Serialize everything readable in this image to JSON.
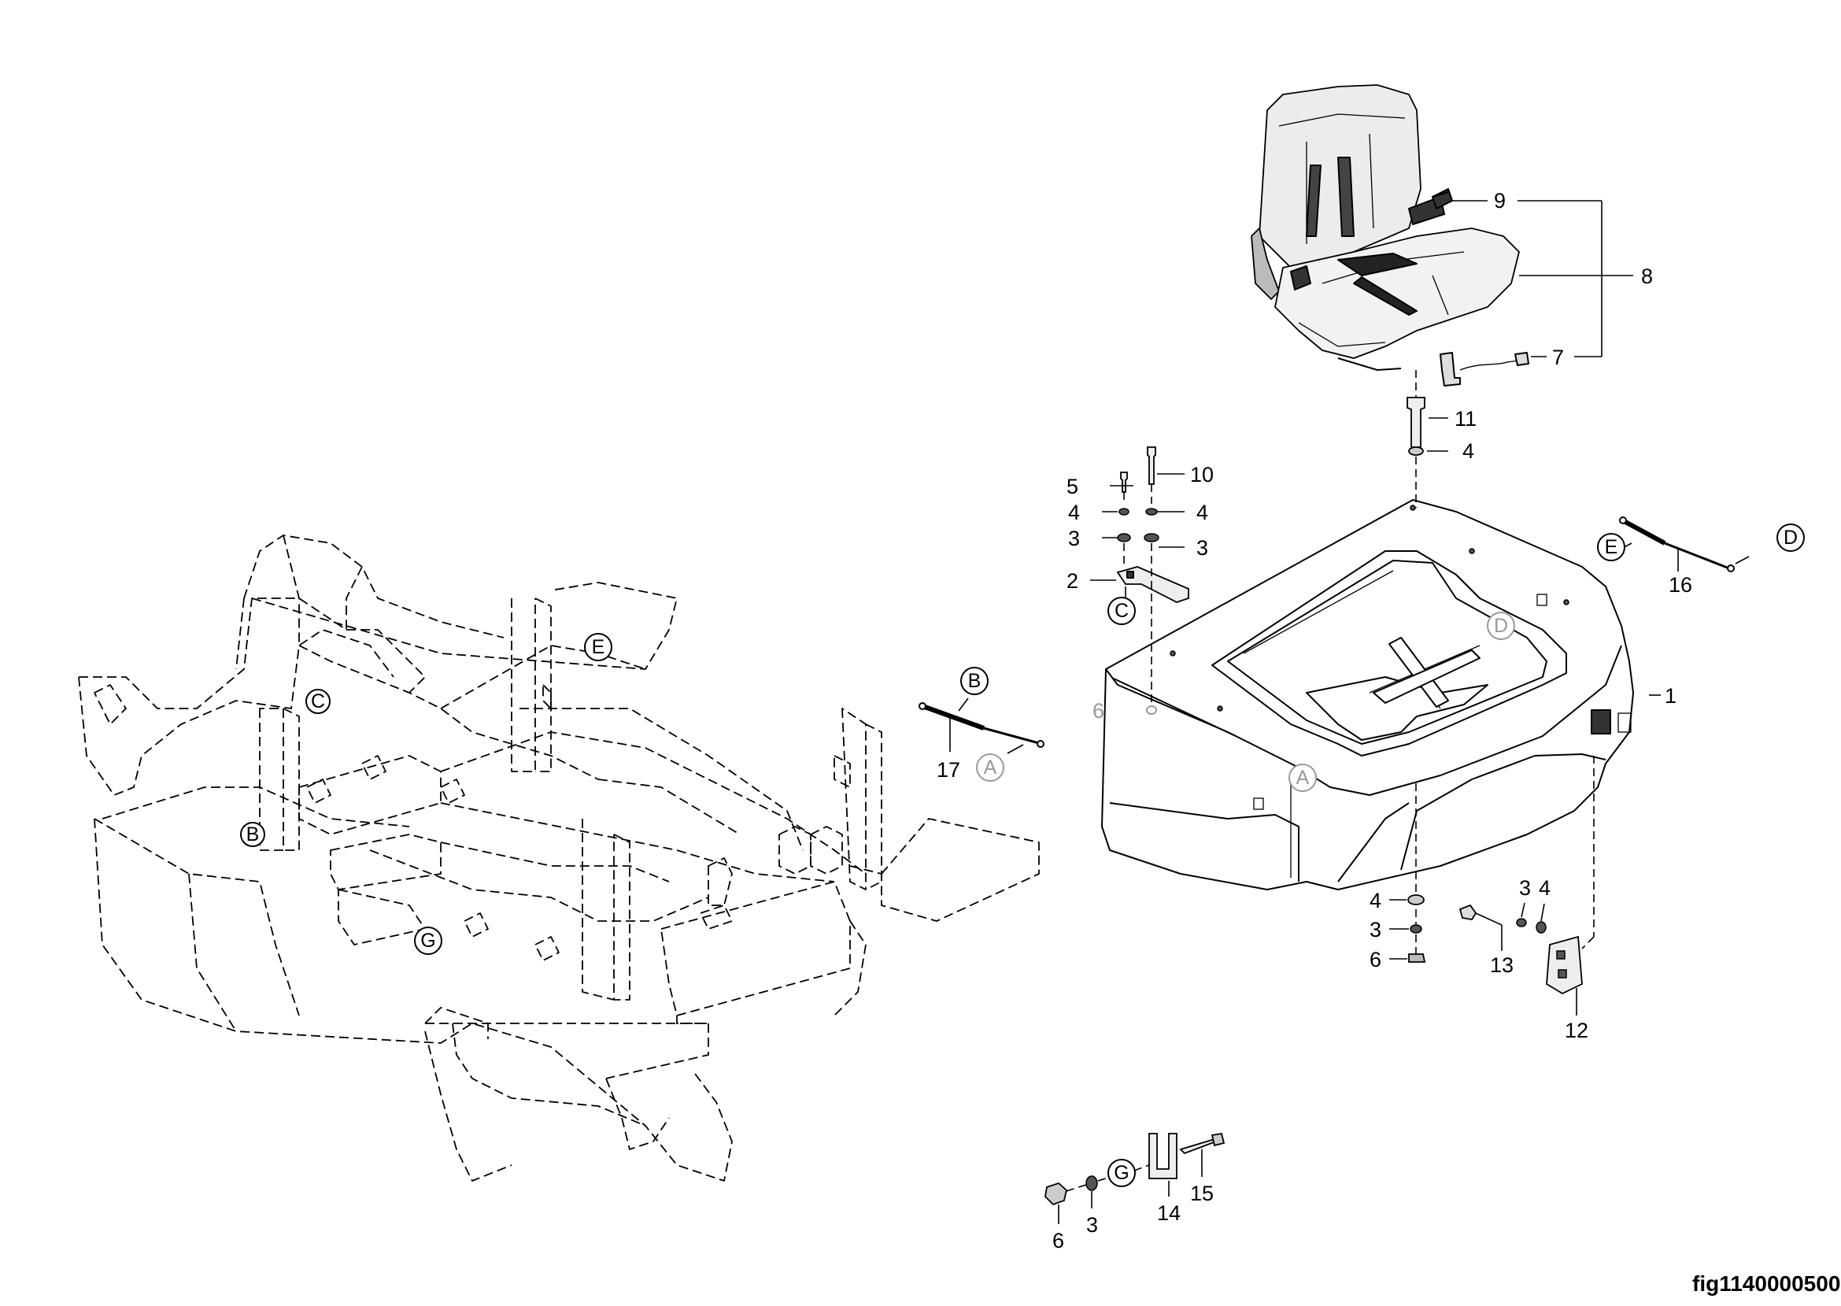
{
  "figure_id": "fig1140000500",
  "callouts": {
    "c1": "1",
    "c2": "2",
    "c3a": "3",
    "c3b": "3",
    "c3c": "3",
    "c3d": "3",
    "c3e": "3",
    "c4a": "4",
    "c4b": "4",
    "c4c": "4",
    "c4d": "4",
    "c4e": "4",
    "c5": "5",
    "c6a": "6",
    "c6b": "6",
    "c6c": "6",
    "c7": "7",
    "c8": "8",
    "c9": "9",
    "c10": "10",
    "c11": "11",
    "c12": "12",
    "c13": "13",
    "c14": "14",
    "c15": "15",
    "c16": "16",
    "c17": "17"
  },
  "refs": {
    "a1": "A",
    "a2": "A",
    "b1": "B",
    "b2": "B",
    "c1": "C",
    "c2": "C",
    "d1": "D",
    "d2": "D",
    "e1": "E",
    "e2": "E",
    "g1": "G",
    "g2": "G"
  }
}
